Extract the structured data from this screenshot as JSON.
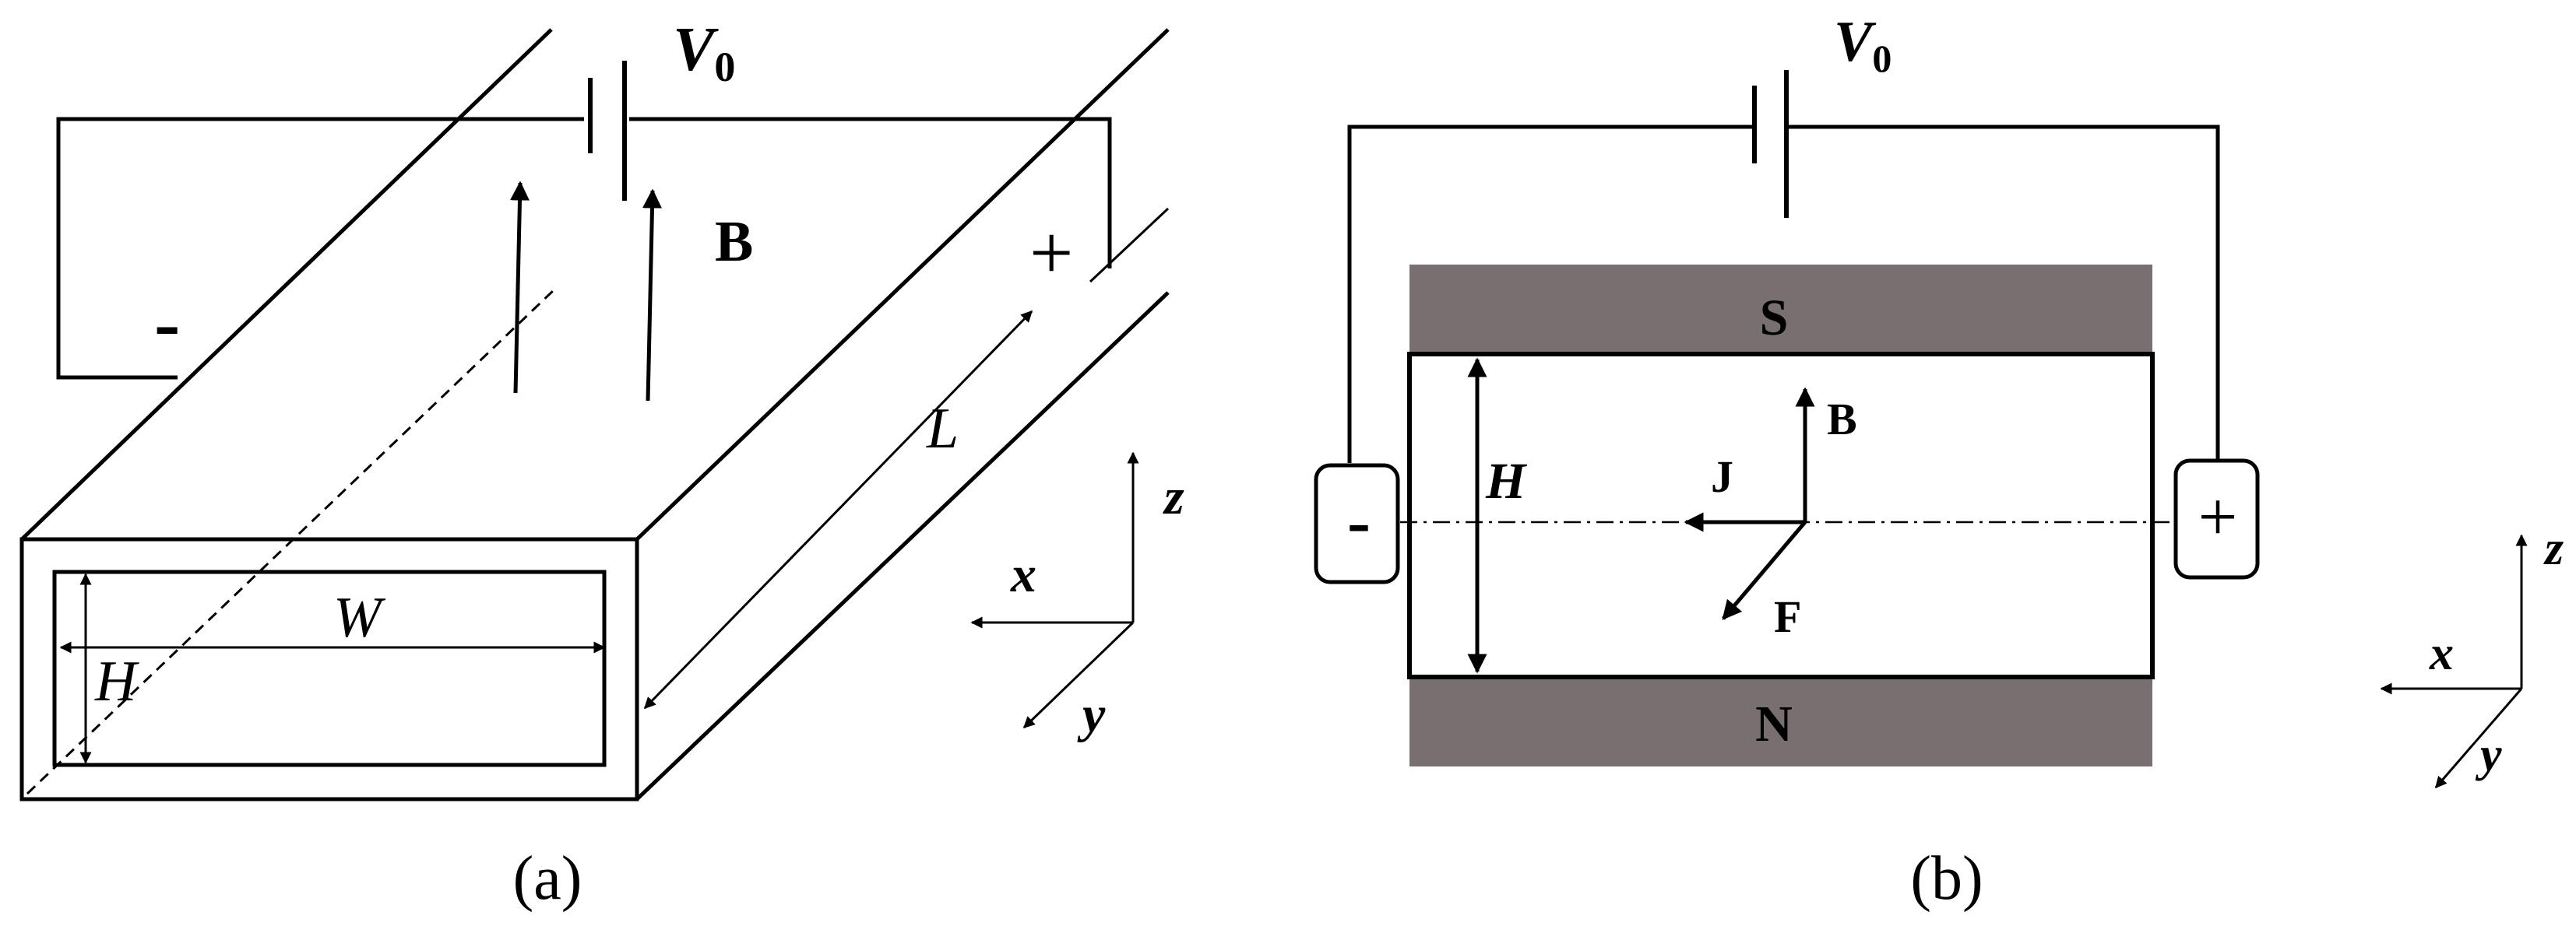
{
  "panel_a": {
    "caption": "(a)",
    "voltage_label": "V",
    "voltage_subscript": "0",
    "field_label": "B",
    "plus_sign": "+",
    "minus_sign": "-",
    "length_label": "L",
    "width_label": "W",
    "height_label": "H",
    "axes": {
      "x": "x",
      "y": "y",
      "z": "z"
    }
  },
  "panel_b": {
    "caption": "(b)",
    "voltage_label": "V",
    "voltage_subscript": "0",
    "south_pole_label": "S",
    "north_pole_label": "N",
    "height_label": "H",
    "current_label": "J",
    "field_label": "B",
    "force_label": "F",
    "minus_electrode": "-",
    "plus_electrode": "+",
    "magnet_color": "#787070",
    "axes": {
      "x": "x",
      "y": "y",
      "z": "z"
    }
  }
}
